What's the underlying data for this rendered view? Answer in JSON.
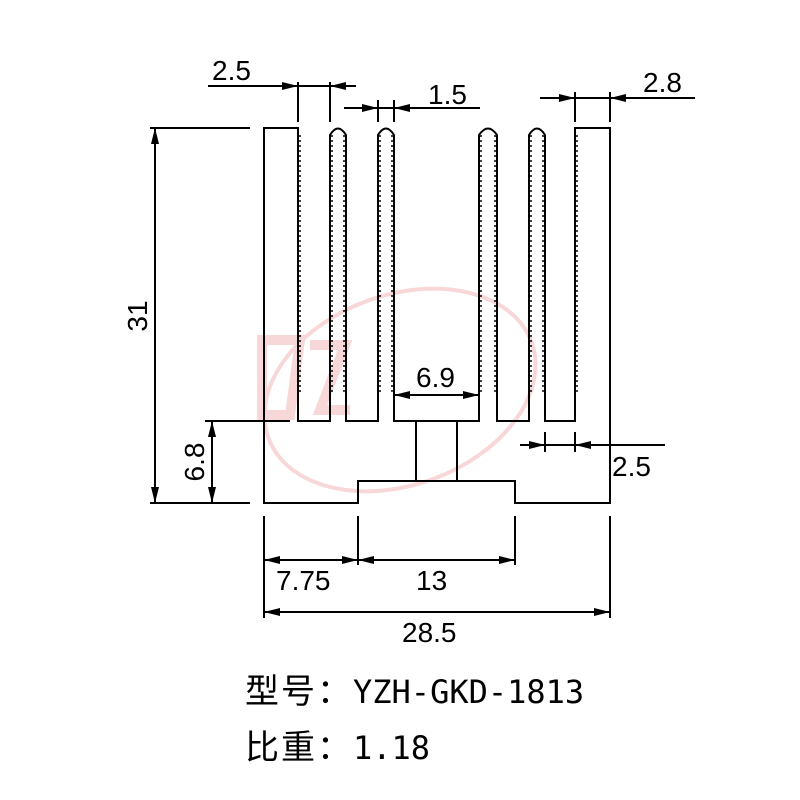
{
  "drawing": {
    "dimensions": {
      "fin_width": "2.5",
      "slot_width": "1.5",
      "end_fin_width": "2.8",
      "total_height": "31",
      "base_height": "6.8",
      "center_slot": "6.9",
      "base_step": "2.5",
      "left_offset": "7.75",
      "center_width": "13",
      "total_width": "28.5"
    },
    "watermark_color": "#f2b8b8"
  },
  "spec": {
    "model_label": "型号：",
    "model_value": "YZH-GKD-1813",
    "density_label": "比重：",
    "density_value": "1.18"
  }
}
